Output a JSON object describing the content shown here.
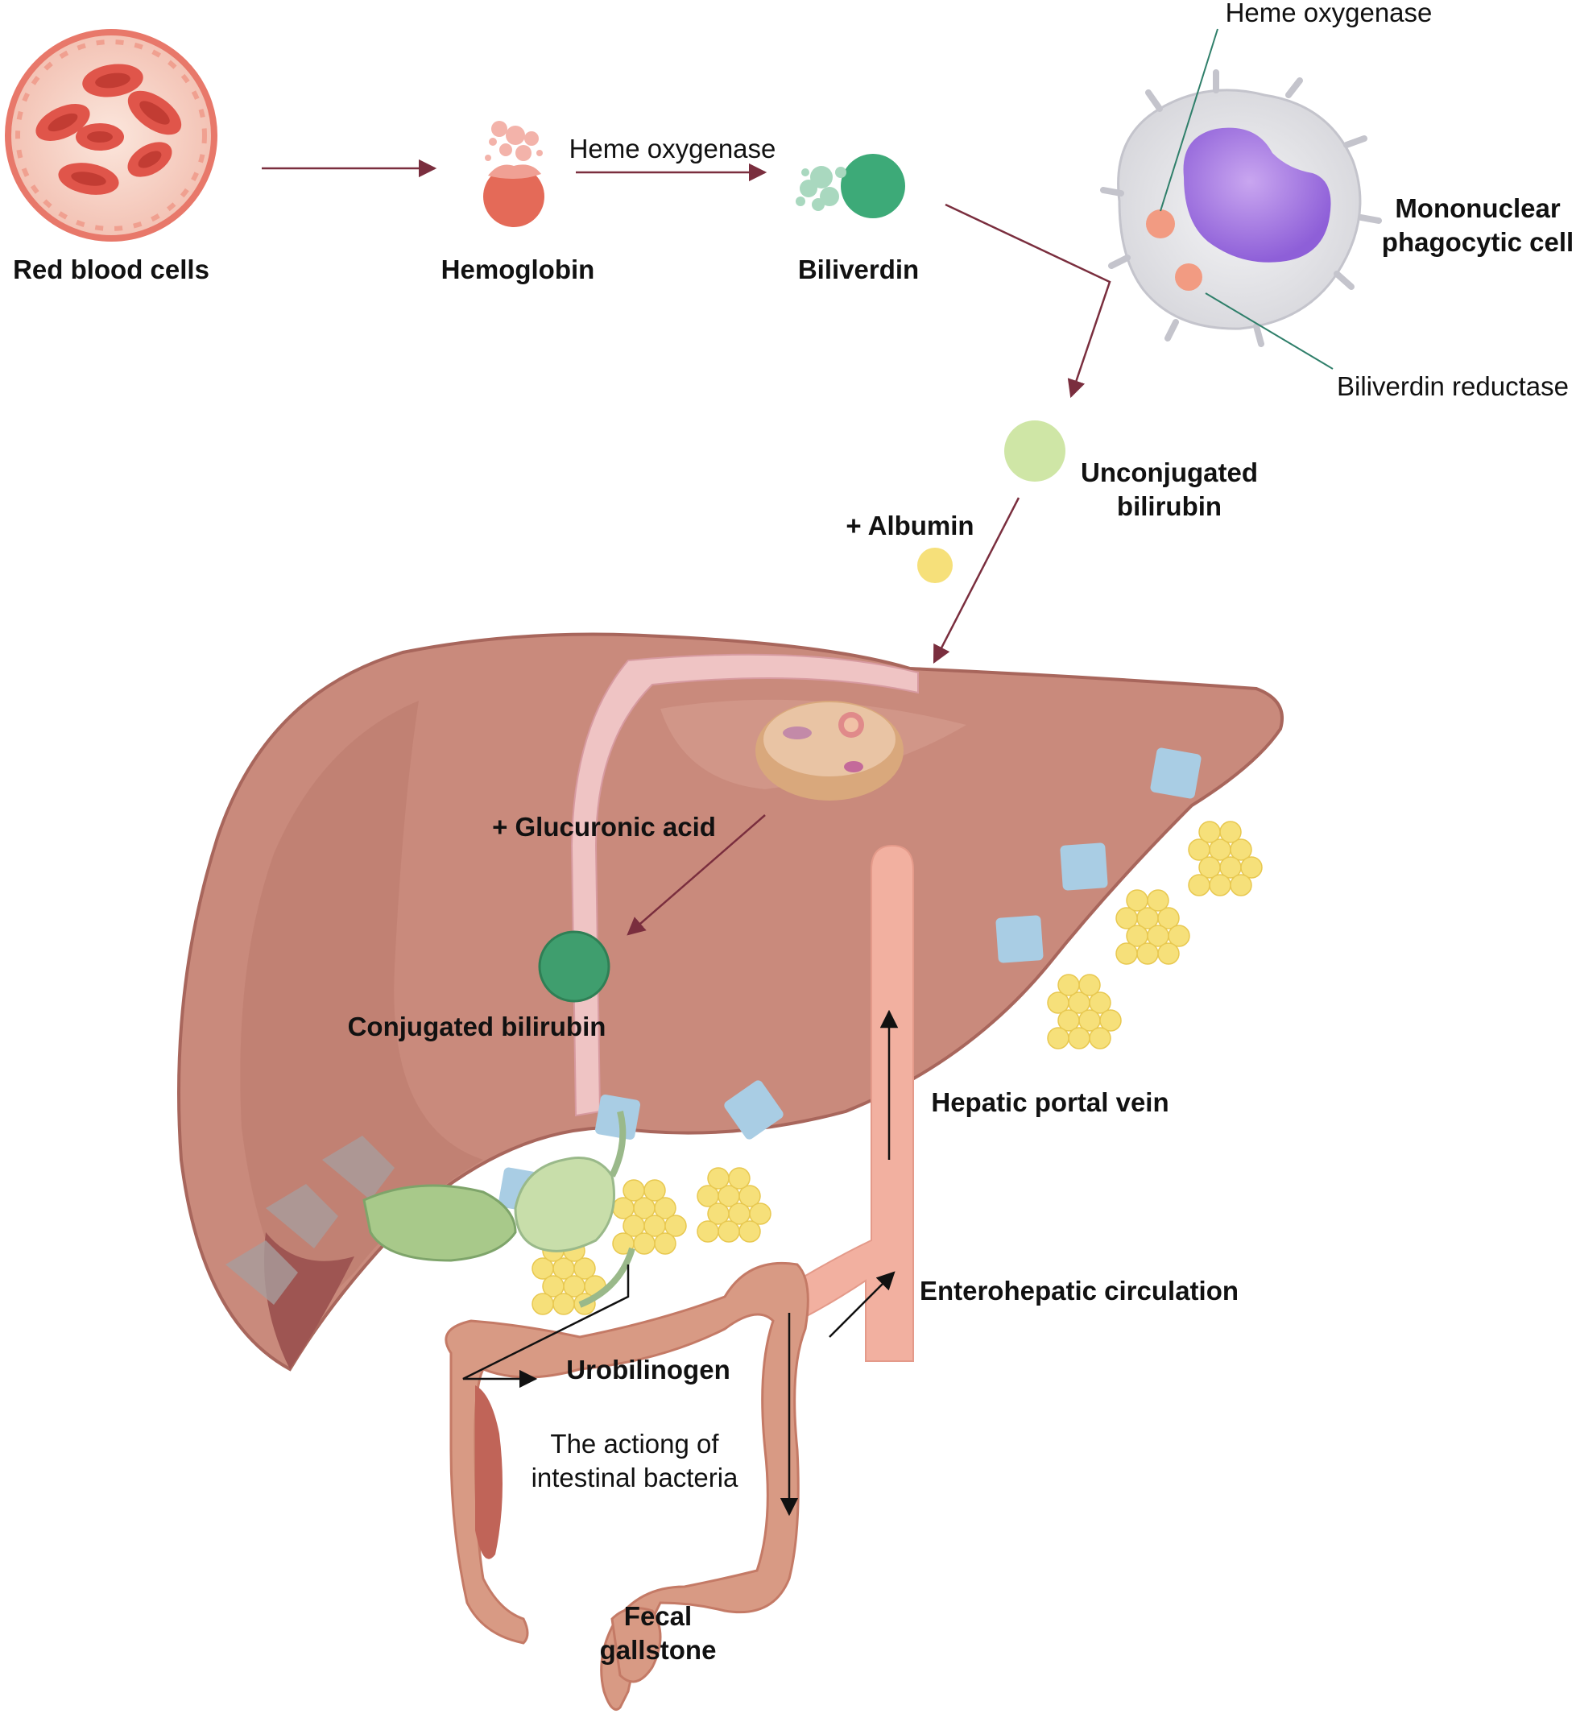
{
  "labels": {
    "red_blood_cells": "Red blood cells",
    "hemoglobin": "Hemoglobin",
    "heme_oxygenase_arrow": "Heme oxygenase",
    "biliverdin": "Biliverdin",
    "heme_oxygenase_cell": "Heme oxygenase",
    "mononuclear_line1": "Mononuclear",
    "mononuclear_line2": "phagocytic cell",
    "biliverdin_reductase": "Biliverdin reductase",
    "unconjugated_line1": "Unconjugated",
    "unconjugated_line2": "bilirubin",
    "albumin": "+ Albumin",
    "glucuronic_acid": "+ Glucuronic acid",
    "conjugated_bilirubin": "Conjugated bilirubin",
    "hepatic_portal_vein": "Hepatic portal vein",
    "enterohepatic_circulation": "Enterohepatic circulation",
    "urobilinogen": "Urobilinogen",
    "bacteria_line1": "The actiong of",
    "bacteria_line2": "intestinal bacteria",
    "fecal_line1": "Fecal",
    "fecal_line2": "gallstone"
  },
  "colors": {
    "arrow": "#7a2e3e",
    "liver": "#c98a7c",
    "liver_dark": "#a8665c",
    "bile_duct": "#efc4c4",
    "biliverdin_green": "#3daa78",
    "unconjugated": "#cfe6a6",
    "albumin": "#f6e07a",
    "conjugated": "#3f9e6e",
    "vein": "#f2b0a0",
    "intestine": "#d89a84",
    "cube": "#a9cde4",
    "gallbladder": "#a8c98a"
  }
}
